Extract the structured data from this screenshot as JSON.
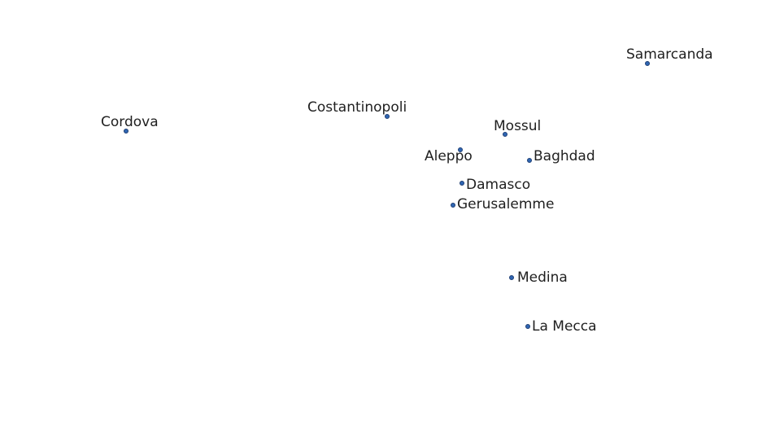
{
  "cities": [
    {
      "id": "samarcanda",
      "name": "Samarcanda",
      "color": "#2f66b3"
    },
    {
      "id": "costantinopoli",
      "name": "Costantinopoli",
      "color": "#2f66b3"
    },
    {
      "id": "cordova",
      "name": "Cordova",
      "color": "#2f66b3"
    },
    {
      "id": "mossul",
      "name": "Mossul",
      "color": "#2f66b3"
    },
    {
      "id": "aleppo",
      "name": "Aleppo",
      "color": "#2f66b3"
    },
    {
      "id": "baghdad",
      "name": "Baghdad",
      "color": "#2f66b3"
    },
    {
      "id": "damasco",
      "name": "Damasco",
      "color": "#2f66b3"
    },
    {
      "id": "gerusalemme",
      "name": "Gerusalemme",
      "color": "#2f66b3"
    },
    {
      "id": "medina",
      "name": "Medina",
      "color": "#2f66b3"
    },
    {
      "id": "lamecca",
      "name": "La Mecca",
      "color": "#2f66b3"
    }
  ]
}
